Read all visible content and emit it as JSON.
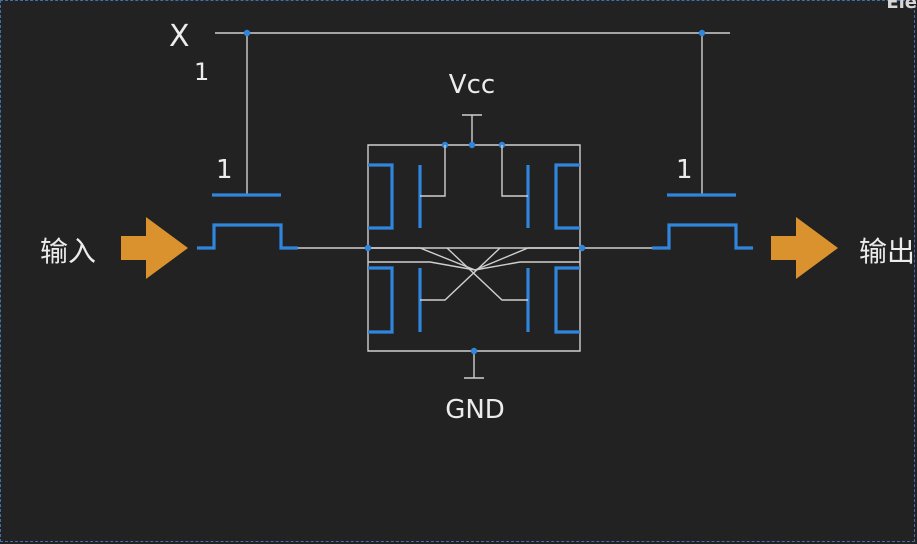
{
  "diagram": {
    "corner_text": "Ele",
    "labels": {
      "x": "X",
      "x_sub": "1",
      "left_gate_value": "1",
      "right_gate_value": "1",
      "vcc": "Vcc",
      "gnd": "GND",
      "input": "输入",
      "output": "输出"
    },
    "colors": {
      "background": "#222222",
      "wire": "#cfcfcf",
      "transistor": "#2f86dc",
      "arrow": "#d9922e",
      "text": "#ececec"
    }
  }
}
